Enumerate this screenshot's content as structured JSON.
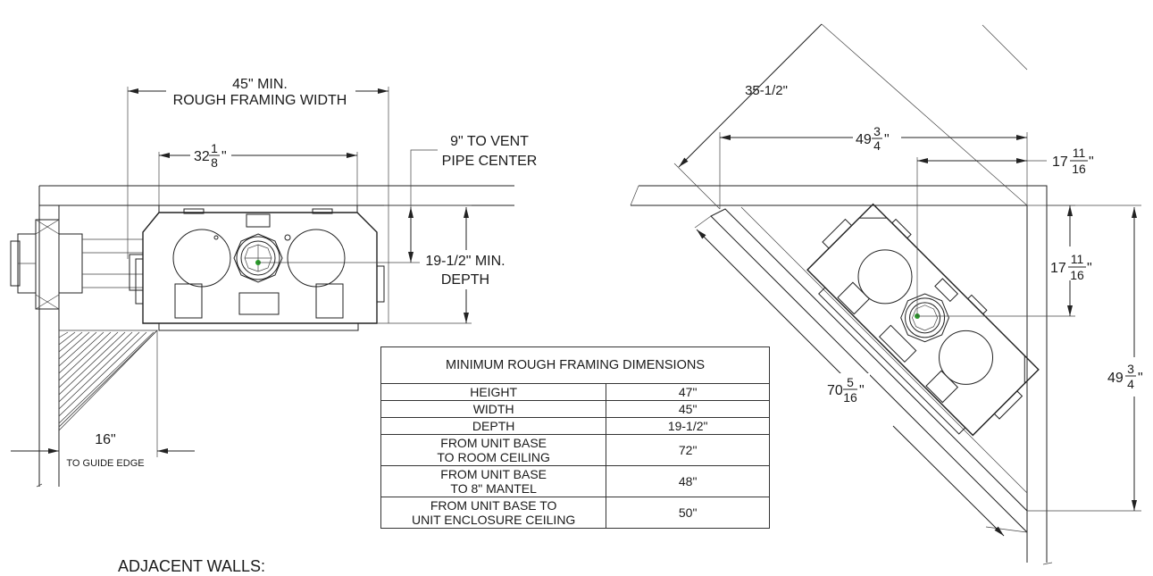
{
  "left_view": {
    "dim_width": "45\" MIN.",
    "dim_width_sub": "ROUGH FRAMING WIDTH",
    "dim_unit_width": "32",
    "dim_unit_width_num": "1",
    "dim_unit_width_den": "8",
    "dim_unit_width_suffix": "\"",
    "dim_vent": "9\" TO VENT",
    "dim_vent_sub": "PIPE CENTER",
    "dim_depth": "19-1/2\" MIN.",
    "dim_depth_sub": "DEPTH",
    "dim_guide": "16\"",
    "dim_guide_sub": "TO GUIDE EDGE"
  },
  "right_view": {
    "dim_diag": "35-1/2\"",
    "dim_top": "49",
    "dim_top_num": "3",
    "dim_top_den": "4",
    "dim_top_suffix": "\"",
    "dim_vent_h": "17",
    "dim_vent_h_num": "11",
    "dim_vent_h_den": "16",
    "dim_vent_h_suffix": "\"",
    "dim_vent_v": "17",
    "dim_vent_v_num": "11",
    "dim_vent_v_den": "16",
    "dim_vent_v_suffix": "\"",
    "dim_right": "49",
    "dim_right_num": "3",
    "dim_right_den": "4",
    "dim_right_suffix": "\"",
    "dim_long": "70",
    "dim_long_num": "5",
    "dim_long_den": "16",
    "dim_long_suffix": "\""
  },
  "table": {
    "title": "MINIMUM ROUGH FRAMING DIMENSIONS",
    "rows": [
      {
        "label_1": "HEIGHT",
        "label_2": "",
        "value": "47\""
      },
      {
        "label_1": "WIDTH",
        "label_2": "",
        "value": "45\""
      },
      {
        "label_1": "DEPTH",
        "label_2": "",
        "value": "19-1/2\""
      },
      {
        "label_1": "FROM UNIT BASE",
        "label_2": "TO ROOM CEILING",
        "value": "72\""
      },
      {
        "label_1": "FROM UNIT BASE",
        "label_2": "TO 8\" MANTEL",
        "value": "48\""
      },
      {
        "label_1": "FROM UNIT BASE TO",
        "label_2": "UNIT ENCLOSURE CEILING",
        "value": "50\""
      }
    ]
  },
  "caption": "ADJACENT WALLS:"
}
